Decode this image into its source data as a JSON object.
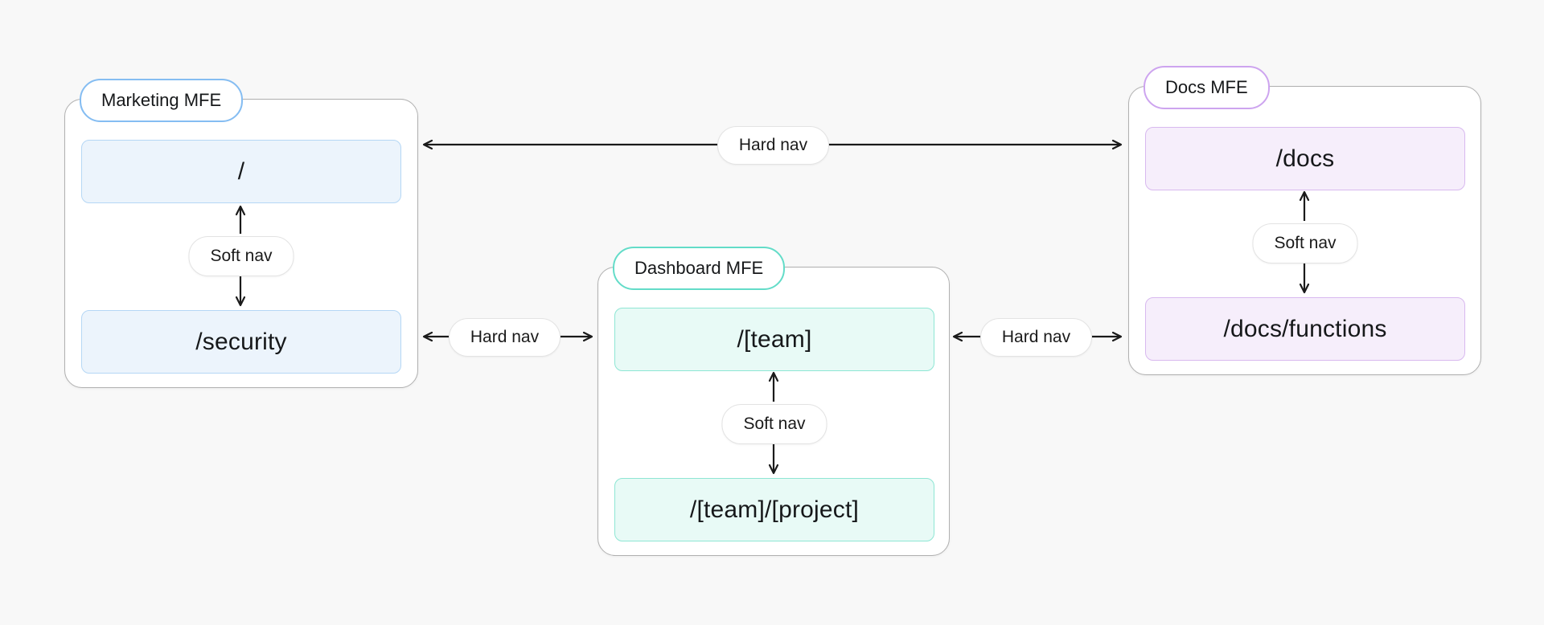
{
  "diagram": {
    "cards": [
      {
        "label": "Marketing MFE",
        "soft_nav_label": "Soft nav",
        "routes": [
          "/",
          "/security"
        ],
        "accent": "#85bdf2",
        "box_bg": "#ecf4fc",
        "box_border": "#b5d7f5"
      },
      {
        "label": "Dashboard MFE",
        "soft_nav_label": "Soft nav",
        "routes": [
          "/[team]",
          "/[team]/[project]"
        ],
        "accent": "#63dcc8",
        "box_bg": "#e8faf6",
        "box_border": "#8ee6d4"
      },
      {
        "label": "Docs MFE",
        "soft_nav_label": "Soft nav",
        "routes": [
          "/docs",
          "/docs/functions"
        ],
        "accent": "#cda4ef",
        "box_bg": "#f6eefb",
        "box_border": "#d8b9ef"
      }
    ],
    "hard_nav_labels": [
      "Hard nav",
      "Hard nav",
      "Hard nav"
    ],
    "colors": {
      "background": "#f8f8f8",
      "card_bg": "#ffffff",
      "card_border": "#b0b0b0",
      "nav_pill_bg": "#ffffff",
      "nav_pill_border": "#e3e3e3",
      "text": "#16181a",
      "arrow": "#1a1a1a"
    }
  }
}
